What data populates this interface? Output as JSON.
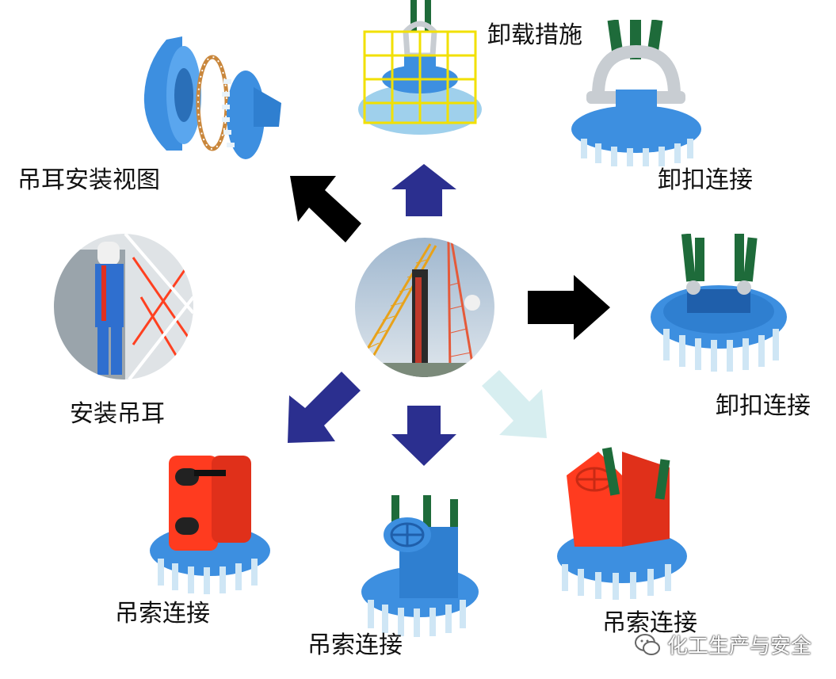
{
  "center": {
    "banner_text": ""
  },
  "labels": {
    "lug_view": "吊耳安装视图",
    "unload": "卸载措施",
    "shackle_top": "卸扣连接",
    "shackle_right": "卸扣连接",
    "install_lug": "安装吊耳",
    "sling_left": "吊索连接",
    "sling_mid": "吊索连接",
    "sling_right": "吊索连接"
  },
  "watermark": {
    "text": "化工生产与安全",
    "icon": "wechat-icon"
  },
  "colors": {
    "flange_blue": "#3d8fe0",
    "bolt_light": "#cfe6f5",
    "lug_red": "#ff3b1f",
    "strap_green": "#1e6b3a",
    "arrow_black": "#000000",
    "arrow_navy": "#2b2f8f",
    "arrow_pale": "#d7eef0",
    "rail_yellow": "#f2e000",
    "shackle_silver": "#c8cdd2"
  }
}
